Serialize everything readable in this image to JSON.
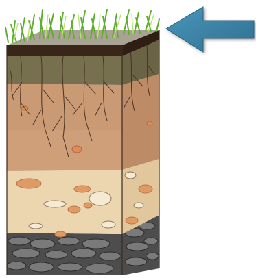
{
  "diagram": {
    "subject": "soil-profile",
    "layers": [
      {
        "name": "grass-surface",
        "color": "#8fd14f"
      },
      {
        "name": "topsoil-dark",
        "color": "#3e2a1f"
      },
      {
        "name": "humus-layer",
        "color": "#6f6b4d"
      },
      {
        "name": "subsoil",
        "color": "#c4926c"
      },
      {
        "name": "weathered-layer",
        "color": "#e8cfa6"
      },
      {
        "name": "bedrock",
        "color": "#5a5a5a"
      }
    ],
    "pointer": {
      "icon": "arrow-left-icon",
      "color": "#3f86a8",
      "points_to": "grass-surface"
    }
  }
}
